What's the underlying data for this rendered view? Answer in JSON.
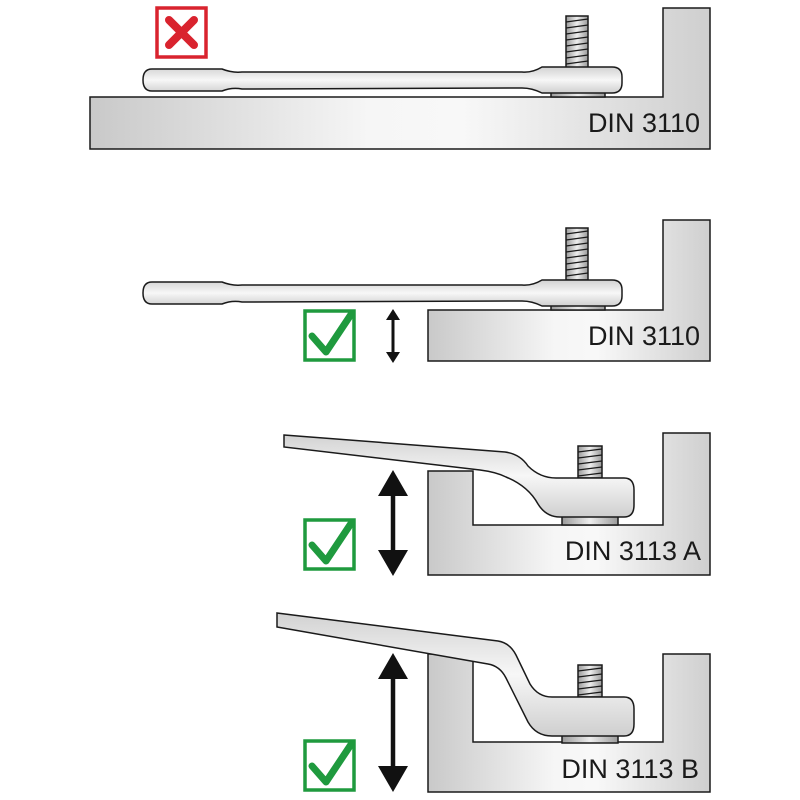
{
  "panels": [
    {
      "id": "panel-1",
      "label": "DIN 3110",
      "status": "incorrect",
      "status_icon": "red-x-icon",
      "clearance_arrow": "none"
    },
    {
      "id": "panel-2",
      "label": "DIN 3110",
      "status": "correct",
      "status_icon": "green-check-icon",
      "clearance_arrow": "small"
    },
    {
      "id": "panel-3",
      "label": "DIN 3113 A",
      "status": "correct",
      "status_icon": "green-check-icon",
      "clearance_arrow": "large"
    },
    {
      "id": "panel-4",
      "label": "DIN 3113 B",
      "status": "correct",
      "status_icon": "green-check-icon",
      "clearance_arrow": "large"
    }
  ],
  "colors": {
    "incorrect": "#d9232e",
    "correct": "#1f9a3e",
    "outline": "#1a1a1a",
    "metal_light": "#f4f4f4",
    "metal_dark": "#c8c8c8"
  }
}
